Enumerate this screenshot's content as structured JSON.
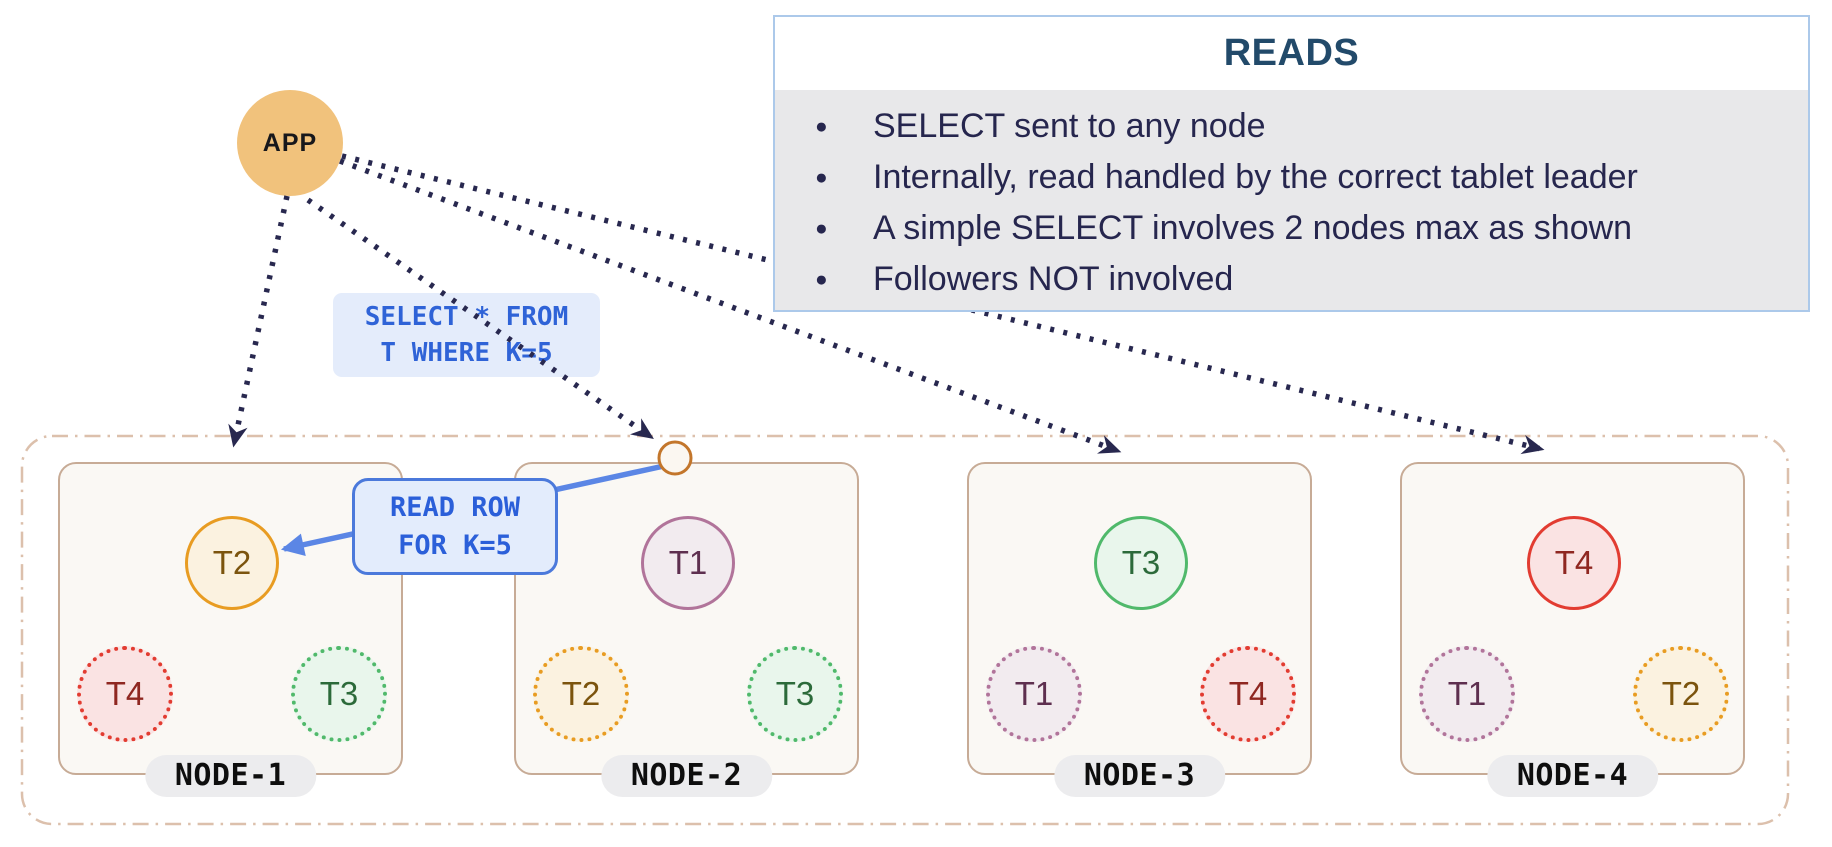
{
  "app": {
    "label": "APP"
  },
  "reads_panel": {
    "title": "READS",
    "bullets": [
      "SELECT sent to any node",
      "Internally, read handled by the correct tablet leader",
      "A simple SELECT involves 2 nodes max as shown",
      "Followers NOT involved"
    ]
  },
  "query_label": {
    "line1": "SELECT * FROM",
    "line2": "T WHERE K=5"
  },
  "read_row_label": {
    "line1": "READ ROW",
    "line2": "FOR K=5"
  },
  "cluster": {
    "nodes": [
      {
        "name": "NODE-1",
        "leader": {
          "label": "T2",
          "color": "orange"
        },
        "followers": [
          {
            "label": "T4",
            "color": "red"
          },
          {
            "label": "T3",
            "color": "green"
          }
        ]
      },
      {
        "name": "NODE-2",
        "leader": {
          "label": "T1",
          "color": "purple"
        },
        "followers": [
          {
            "label": "T2",
            "color": "orange"
          },
          {
            "label": "T3",
            "color": "green"
          }
        ]
      },
      {
        "name": "NODE-3",
        "leader": {
          "label": "T3",
          "color": "green"
        },
        "followers": [
          {
            "label": "T1",
            "color": "purple"
          },
          {
            "label": "T4",
            "color": "red"
          }
        ]
      },
      {
        "name": "NODE-4",
        "leader": {
          "label": "T4",
          "color": "red"
        },
        "followers": [
          {
            "label": "T1",
            "color": "purple"
          },
          {
            "label": "T2",
            "color": "orange"
          }
        ]
      }
    ]
  },
  "colors": {
    "app_fill": "#F1C27C",
    "arrow_navy": "#28284F",
    "blue_accent": "#5B86E5",
    "code_text_blue": "#2F63D7",
    "code_bg_blue": "#E4ECFB",
    "panel_border": "#ACC9EA",
    "panel_title": "#224A6A",
    "panel_body_bg": "#E8E8EA",
    "panel_text": "#26264E",
    "node_border": "#C7AB96",
    "node_fill": "#FAF8F4",
    "outer_dash": "#DCC0AC",
    "tablet_orange": "#E89C22",
    "tablet_red": "#E23C31",
    "tablet_green": "#50B96B",
    "tablet_purple": "#B1749A"
  }
}
